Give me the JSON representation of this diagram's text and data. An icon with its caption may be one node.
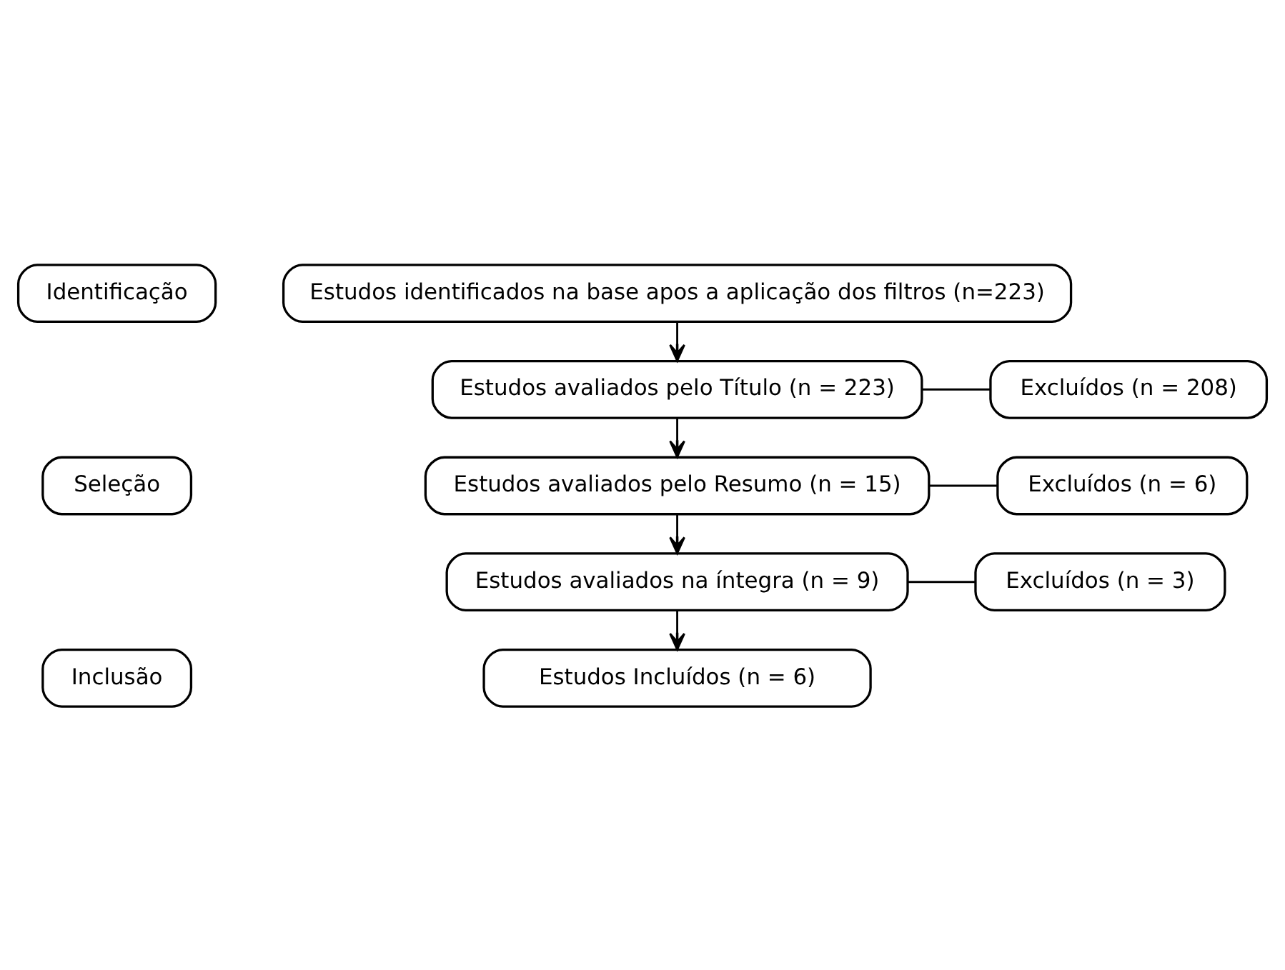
{
  "diagram": {
    "nodes": [
      {
        "text": [
          "Identificação"
        ]
      },
      {
        "text": [
          "Estudos identificados na base apos a aplicação dos filtros (n=223)"
        ]
      },
      {
        "text": [
          "Seleção"
        ]
      },
      {
        "text": [
          "Estudos avaliados pelo Título (n = 223)"
        ]
      },
      {
        "text": [
          "Excluídos (n = 208)"
        ]
      },
      {
        "text": [
          "Estudos avaliados pelo Resumo (n = 15)"
        ]
      },
      {
        "text": [
          "Excluídos (n = 6)"
        ]
      },
      {
        "text": [
          "Estudos avaliados na íntegra (n = 9)"
        ]
      },
      {
        "text": [
          "Excluídos (n = 3)"
        ]
      },
      {
        "text": [
          "Inclusão"
        ]
      },
      {
        "text": [
          "Estudos Incluídos (n = 6)"
        ]
      }
    ],
    "edges": [
      {
        "from": 1,
        "to": 3,
        "arrow": "to"
      },
      {
        "from": 3,
        "to": 4,
        "arrow": "none"
      },
      {
        "from": 3,
        "to": 5,
        "arrow": "to"
      },
      {
        "from": 5,
        "to": 6,
        "arrow": "none"
      },
      {
        "from": 5,
        "to": 7,
        "arrow": "to"
      },
      {
        "from": 7,
        "to": 8,
        "arrow": "none"
      },
      {
        "from": 7,
        "to": 10,
        "arrow": "to"
      }
    ]
  }
}
